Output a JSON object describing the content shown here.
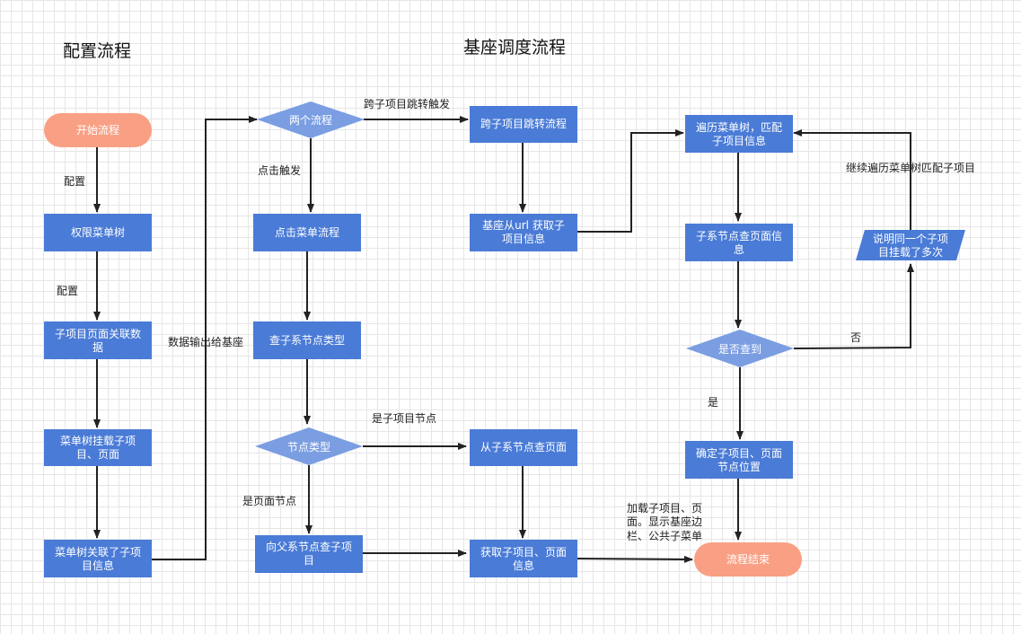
{
  "colors": {
    "process": "#4a7bd6",
    "decision": "#7b9ee2",
    "terminal": "#f9a084",
    "edge": "#222222"
  },
  "titles": {
    "config": "配置流程",
    "scheduler": "基座调度流程"
  },
  "nodes": {
    "start": "开始流程",
    "permission_tree": "权限菜单树",
    "page_link": [
      "子项目页面关联数",
      "据"
    ],
    "tree_mount": [
      "菜单树挂载子项",
      "目、页面"
    ],
    "tree_linked": [
      "菜单树关联了子项",
      "目信息"
    ],
    "two_flows": "两个流程",
    "click_menu": "点击菜单流程",
    "check_node_type": "查子系节点类型",
    "node_type": "节点类型",
    "parent_lookup": [
      "向父系节点查子项",
      "目"
    ],
    "cross_jump_flow": "跨子项目跳转流程",
    "get_from_url": [
      "基座从url 获取子",
      "项目信息"
    ],
    "child_lookup_page": "从子系节点查页面",
    "get_subproject": [
      "获取子项目、页面",
      "信息"
    ],
    "traverse_tree": [
      "遍历菜单树，匹配",
      "子项目信息"
    ],
    "child_page_info": [
      "子系节点查页面信",
      "息"
    ],
    "found": "是否查到",
    "confirm_position": [
      "确定子项目、页面",
      "节点位置"
    ],
    "mounted_multiple": [
      "说明同一个子项",
      "目挂载了多次"
    ],
    "end": "流程结束"
  },
  "edge_labels": {
    "config_1": "配置",
    "config_2": "配置",
    "data_output": "数据输出给基座",
    "cross_jump_trigger": "跨子项目跳转触发",
    "click_trigger": "点击触发",
    "is_subproject_node": "是子项目节点",
    "is_page_node": "是页面节点",
    "no": "否",
    "yes": "是",
    "continue_traverse": "继续遍历菜单树匹配子项目",
    "load_note": [
      "加载子项目、页",
      "面。显示基座边",
      "栏、公共子菜单"
    ]
  }
}
